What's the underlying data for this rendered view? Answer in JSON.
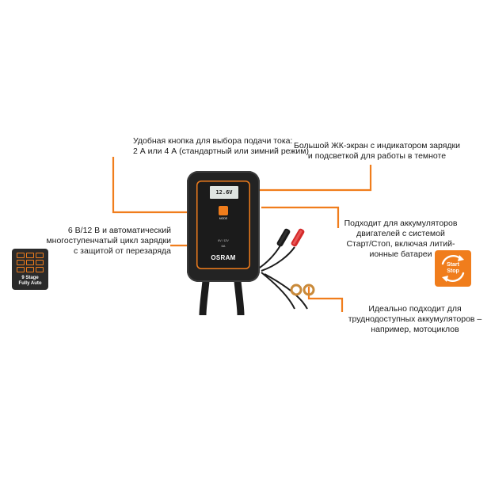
{
  "callouts": {
    "mode_button": {
      "line1": "Удобная кнопка для выбора подачи тока:",
      "line2": "2 А или 4 А (стандартный или зимний режим)"
    },
    "lcd": {
      "line1": "Большой ЖК-экран с индикатором зарядки",
      "line2": "и подсветкой для работы в темноте"
    },
    "charging_cycle": {
      "line1": "6 В/12 В и автоматический",
      "line2": "многоступенчатый цикл зарядки",
      "line3": "с защитой от перезаряда"
    },
    "start_stop": {
      "line1": "Подходит для аккумуляторов",
      "line2": "двигателей с системой",
      "line3": "Старт/Стоп, включая литий-",
      "line4": "ионные батареи"
    },
    "motorcycle": {
      "line1": "Идеально подходит для",
      "line2": "труднодоступных аккумуляторов –",
      "line3": "например, мотоциклов"
    }
  },
  "badges": {
    "nine_stage": {
      "line1": "9 Stage",
      "line2": "Fully Auto"
    },
    "start_stop": {
      "line1": "Start",
      "line2": "Stop"
    }
  },
  "device": {
    "lcd_reading": "12.6V",
    "mode_label": "MODE",
    "spec_line1": "6V / 12V",
    "spec_line2": "6A",
    "brand": "OSRAM"
  },
  "colors": {
    "accent": "#f07d1c",
    "device_body": "#232323",
    "clamp_red": "#d42a2a",
    "clamp_black": "#1a1a1a",
    "ring_terminal": "#c98a3a"
  },
  "icons": {
    "nine_stage": "nine-stage-grid-icon",
    "start_stop": "start-stop-cycle-icon"
  }
}
